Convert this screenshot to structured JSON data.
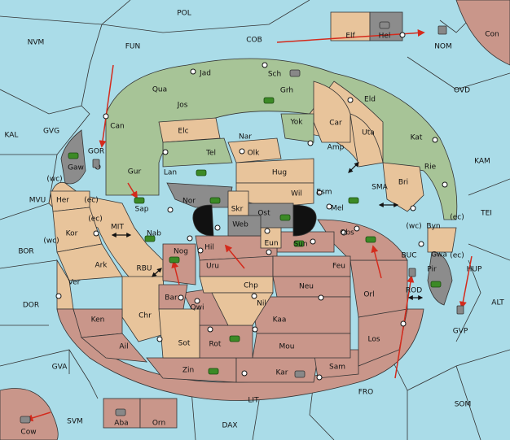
{
  "colors": {
    "sea": "#aadce8",
    "green": "#a7c497",
    "tan": "#e8c49b",
    "red": "#c9968a",
    "gray": "#8c8c8c",
    "black": "#111111",
    "arrow": "#d42a1c",
    "unit": "#3c8a26"
  },
  "sea_regions": [
    {
      "id": "POL",
      "label": "POL"
    },
    {
      "id": "NVM",
      "label": "NVM"
    },
    {
      "id": "FUN",
      "label": "FUN"
    },
    {
      "id": "COB",
      "label": "COB"
    },
    {
      "id": "NOM",
      "label": "NOM"
    },
    {
      "id": "OVD",
      "label": "OVD"
    },
    {
      "id": "KAL",
      "label": "KAL"
    },
    {
      "id": "GVG",
      "label": "GVG"
    },
    {
      "id": "KAM",
      "label": "KAM"
    },
    {
      "id": "MVU",
      "label": "MVU"
    },
    {
      "id": "TEI",
      "label": "TEI"
    },
    {
      "id": "BOR",
      "label": "BOR"
    },
    {
      "id": "HUP",
      "label": "HUP"
    },
    {
      "id": "DOR",
      "label": "DOR"
    },
    {
      "id": "ALT",
      "label": "ALT"
    },
    {
      "id": "GVA",
      "label": "GVA"
    },
    {
      "id": "FRO",
      "label": "FRO"
    },
    {
      "id": "SOM",
      "label": "SOM"
    },
    {
      "id": "SVM",
      "label": "SVM"
    },
    {
      "id": "LIT",
      "label": "LIT"
    },
    {
      "id": "DAX",
      "label": "DAX"
    },
    {
      "id": "MIT",
      "label": "MIT"
    },
    {
      "id": "SMA",
      "label": "SMA"
    },
    {
      "id": "RBU",
      "label": "RBU"
    },
    {
      "id": "GOR",
      "label": "GOR"
    },
    {
      "id": "BUC",
      "label": "BUC"
    },
    {
      "id": "ROD",
      "label": "ROD"
    },
    {
      "id": "GVP",
      "label": "GVP"
    }
  ],
  "land_regions": [
    {
      "id": "Con",
      "label": "Con"
    },
    {
      "id": "Elf",
      "label": "Elf"
    },
    {
      "id": "Hel",
      "label": "Hel"
    },
    {
      "id": "Jad",
      "label": "Jad"
    },
    {
      "id": "Sch",
      "label": "Sch"
    },
    {
      "id": "Qua",
      "label": "Qua"
    },
    {
      "id": "Jos",
      "label": "Jos"
    },
    {
      "id": "Grh",
      "label": "Grh"
    },
    {
      "id": "Eld",
      "label": "Eld"
    },
    {
      "id": "Can",
      "label": "Can"
    },
    {
      "id": "Yok",
      "label": "Yok"
    },
    {
      "id": "Car",
      "label": "Car"
    },
    {
      "id": "Elc",
      "label": "Elc"
    },
    {
      "id": "Nar",
      "label": "Nar"
    },
    {
      "id": "Uta",
      "label": "Uta"
    },
    {
      "id": "Kat",
      "label": "Kat"
    },
    {
      "id": "Gaw",
      "label": "Gaw"
    },
    {
      "id": "Tel",
      "label": "Tel"
    },
    {
      "id": "Olk",
      "label": "Olk"
    },
    {
      "id": "Amp",
      "label": "Amp"
    },
    {
      "id": "Gur",
      "label": "Gur"
    },
    {
      "id": "Lan",
      "label": "Lan"
    },
    {
      "id": "Hug",
      "label": "Hug"
    },
    {
      "id": "Rie",
      "label": "Rie"
    },
    {
      "id": "Bri",
      "label": "Bri"
    },
    {
      "id": "Her",
      "label": "Her"
    },
    {
      "id": "Nor",
      "label": "Nor"
    },
    {
      "id": "Wil",
      "label": "Wil"
    },
    {
      "id": "Esm",
      "label": "Esm"
    },
    {
      "id": "Sap",
      "label": "Sap"
    },
    {
      "id": "Skr",
      "label": "Skr"
    },
    {
      "id": "Ost",
      "label": "Ost"
    },
    {
      "id": "Mel",
      "label": "Mel"
    },
    {
      "id": "Web",
      "label": "Web"
    },
    {
      "id": "Kor",
      "label": "Kor"
    },
    {
      "id": "Byn",
      "label": "Byn"
    },
    {
      "id": "Nab",
      "label": "Nab"
    },
    {
      "id": "Obs",
      "label": "Obs"
    },
    {
      "id": "Eun",
      "label": "Eun"
    },
    {
      "id": "Sun",
      "label": "Sun"
    },
    {
      "id": "Gwa",
      "label": "Gwa"
    },
    {
      "id": "Hil",
      "label": "Hil"
    },
    {
      "id": "Nog",
      "label": "Nog"
    },
    {
      "id": "Ark",
      "label": "Ark"
    },
    {
      "id": "Feu",
      "label": "Feu"
    },
    {
      "id": "Pir",
      "label": "Pir"
    },
    {
      "id": "Uru",
      "label": "Uru"
    },
    {
      "id": "Ver",
      "label": "Ver"
    },
    {
      "id": "Chp",
      "label": "Chp"
    },
    {
      "id": "Neu",
      "label": "Neu"
    },
    {
      "id": "Orl",
      "label": "Orl"
    },
    {
      "id": "Bar",
      "label": "Bar"
    },
    {
      "id": "Nil",
      "label": "Nil"
    },
    {
      "id": "Qwi",
      "label": "Qwi"
    },
    {
      "id": "Ken",
      "label": "Ken"
    },
    {
      "id": "Chr",
      "label": "Chr"
    },
    {
      "id": "Kaa",
      "label": "Kaa"
    },
    {
      "id": "Ail",
      "label": "Ail"
    },
    {
      "id": "Sot",
      "label": "Sot"
    },
    {
      "id": "Rot",
      "label": "Rot"
    },
    {
      "id": "Mou",
      "label": "Mou"
    },
    {
      "id": "Los",
      "label": "Los"
    },
    {
      "id": "Sam",
      "label": "Sam"
    },
    {
      "id": "Zin",
      "label": "Zin"
    },
    {
      "id": "Kar",
      "label": "Kar"
    },
    {
      "id": "Aba",
      "label": "Aba"
    },
    {
      "id": "Orn",
      "label": "Orn"
    },
    {
      "id": "Cow",
      "label": "Cow"
    }
  ],
  "coast_tags": [
    {
      "id": "wc1",
      "label": "(wc)"
    },
    {
      "id": "ec1",
      "label": "(ec)"
    },
    {
      "id": "ec2",
      "label": "(ec)"
    },
    {
      "id": "wc2",
      "label": "(wc)"
    },
    {
      "id": "wc3",
      "label": "(wc)"
    },
    {
      "id": "ec3",
      "label": "(ec)"
    },
    {
      "id": "ec4",
      "label": "(ec)"
    }
  ]
}
